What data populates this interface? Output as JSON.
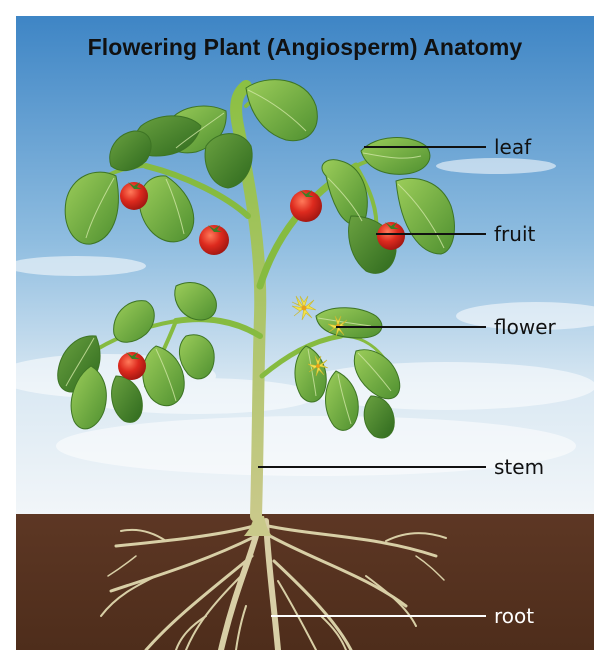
{
  "title": "Flowering Plant (Angiosperm) Anatomy",
  "labels": {
    "leaf": "leaf",
    "fruit": "fruit",
    "flower": "flower",
    "stem": "stem",
    "root": "root"
  },
  "colors": {
    "sky_top": "#3f86c6",
    "sky_bottom": "#eef4f8",
    "soil": "#5a3521",
    "leaf": "#6fae3a",
    "leaf_dark": "#3f7d25",
    "stem": "#7fb43a",
    "fruit": "#d9281d",
    "flower": "#f3e24a",
    "root": "#d8cfa6"
  }
}
